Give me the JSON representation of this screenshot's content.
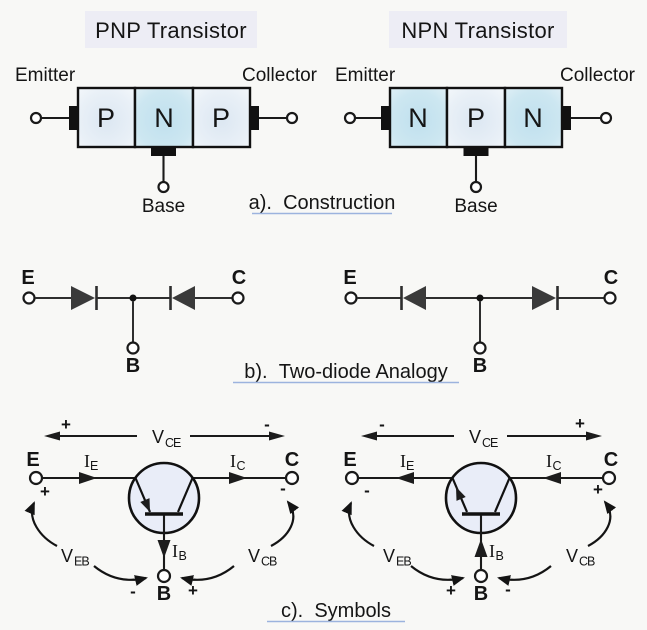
{
  "page": {
    "background": "#f8f8f6"
  },
  "titles": {
    "pnp": "PNP Transistor",
    "npn": "NPN Transistor"
  },
  "captions": {
    "construction": "a).  Construction",
    "two_diode": "b).  Two-diode Analogy",
    "symbols": "c).  Symbols"
  },
  "construction": {
    "pnp": {
      "emitter": "Emitter",
      "collector": "Collector",
      "base": "Base",
      "segments": [
        "P",
        "N",
        "P"
      ]
    },
    "npn": {
      "emitter": "Emitter",
      "collector": "Collector",
      "base": "Base",
      "segments": [
        "N",
        "P",
        "N"
      ]
    }
  },
  "diode_analogy": {
    "pnp": {
      "emitter": "E",
      "collector": "C",
      "base": "B"
    },
    "npn": {
      "emitter": "E",
      "collector": "C",
      "base": "B"
    }
  },
  "symbols": {
    "pnp": {
      "emitter": "E",
      "collector": "C",
      "base": "B",
      "vce": {
        "main": "V",
        "sub": "CE"
      },
      "ie": {
        "main": "I",
        "sub": "E"
      },
      "ic": {
        "main": "I",
        "sub": "C"
      },
      "ib": {
        "main": "I",
        "sub": "B"
      },
      "veb": {
        "main": "V",
        "sub": "EB"
      },
      "vcb": {
        "main": "V",
        "sub": "CB"
      },
      "signs": {
        "vce_left": "+",
        "vce_right": "-",
        "emitter": "+",
        "collector": "-",
        "base_left": "-",
        "base_right": "+"
      }
    },
    "npn": {
      "emitter": "E",
      "collector": "C",
      "base": "B",
      "vce": {
        "main": "V",
        "sub": "CE"
      },
      "ie": {
        "main": "I",
        "sub": "E"
      },
      "ic": {
        "main": "I",
        "sub": "C"
      },
      "ib": {
        "main": "I",
        "sub": "B"
      },
      "veb": {
        "main": "V",
        "sub": "EB"
      },
      "vcb": {
        "main": "V",
        "sub": "CB"
      },
      "signs": {
        "vce_left": "-",
        "vce_right": "+",
        "emitter": "-",
        "collector": "+",
        "base_left": "+",
        "base_right": "-"
      }
    }
  },
  "colors": {
    "background": "#f8f8f6",
    "title_bg": "#ededf5",
    "letter_blue": "#3565b8",
    "link_blue": "#4472c8",
    "underline_blue": "#9cb3de",
    "region_p": "#e7eef6",
    "region_n": "#c9e4ef",
    "symbol_fill": "#e9edf8",
    "line": "#1a1a1a"
  }
}
